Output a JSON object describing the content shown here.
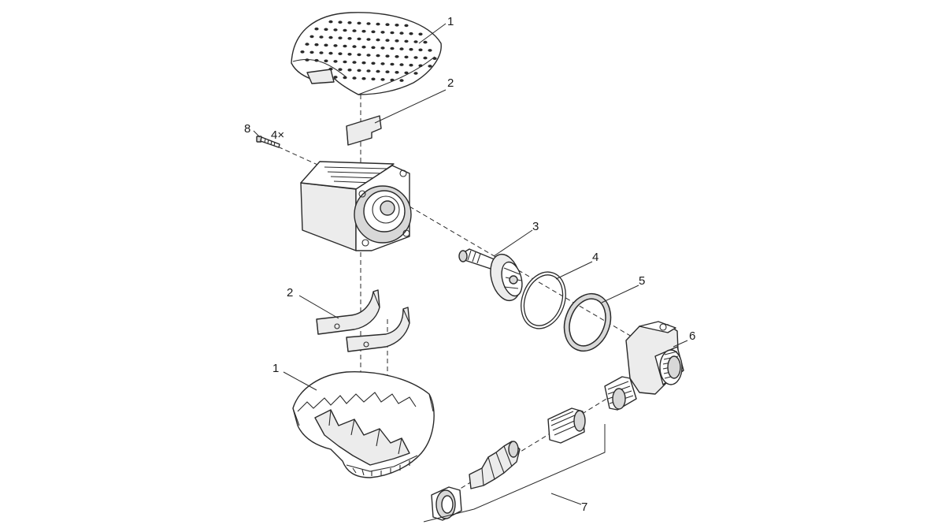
{
  "diagram": {
    "callouts": {
      "c1_top": "1",
      "c2_top": "2",
      "c8": "8",
      "c8_qty": "4×",
      "c3": "3",
      "c4": "4",
      "c5": "5",
      "c2_bottom": "2",
      "c6": "6",
      "c1_bottom": "1",
      "c7": "7"
    }
  }
}
